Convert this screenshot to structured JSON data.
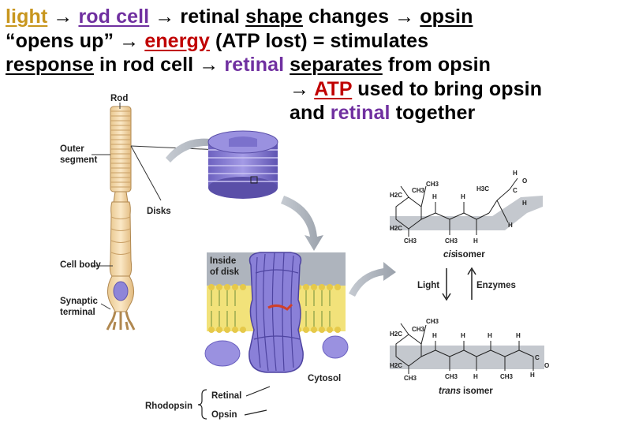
{
  "caption": {
    "line1": {
      "light": "light",
      "arrow1": " → ",
      "rod_cell": "rod cell",
      "arrow2": " → retinal ",
      "shape": "shape",
      "changes": " changes → ",
      "opsin": "opsin"
    },
    "line2": {
      "opens_up": "“opens up” → ",
      "energy": "energy",
      "rest": " (ATP lost) = stimulates"
    },
    "line3": {
      "response": "response",
      "in_rod_cell": " in rod cell → ",
      "retinal": "retinal",
      "space": " ",
      "separates": "separates",
      "from_opsin": " from opsin"
    },
    "line4": {
      "arrow": "→ ",
      "atp": "ATP",
      "rest": " used to bring opsin"
    },
    "line5": {
      "and": "and ",
      "retinal": "retinal",
      "together": " together"
    }
  },
  "diagram_labels": {
    "rod": "Rod",
    "outer_segment_1": "Outer",
    "outer_segment_2": "segment",
    "disks": "Disks",
    "cell_body": "Cell body",
    "synaptic_1": "Synaptic",
    "synaptic_2": "terminal",
    "inside_disk_1": "Inside",
    "inside_disk_2": "of disk",
    "cytosol": "Cytosol",
    "rhodopsin": "Rhodopsin",
    "retinal": "Retinal",
    "opsin": "Opsin",
    "cis_isomer_italic": "cis",
    "cis_isomer_rest": " isomer",
    "light": "Light",
    "enzymes": "Enzymes",
    "trans_isomer_italic": "trans",
    "trans_isomer_rest": " isomer"
  },
  "colors": {
    "purple": "#7030a0",
    "red": "#c00000",
    "gold": "#c8961e",
    "membrane_yellow": "#f2e27a",
    "protein_violet": "#8a80d8",
    "rod_cell_fill": "#f6ddb0"
  }
}
